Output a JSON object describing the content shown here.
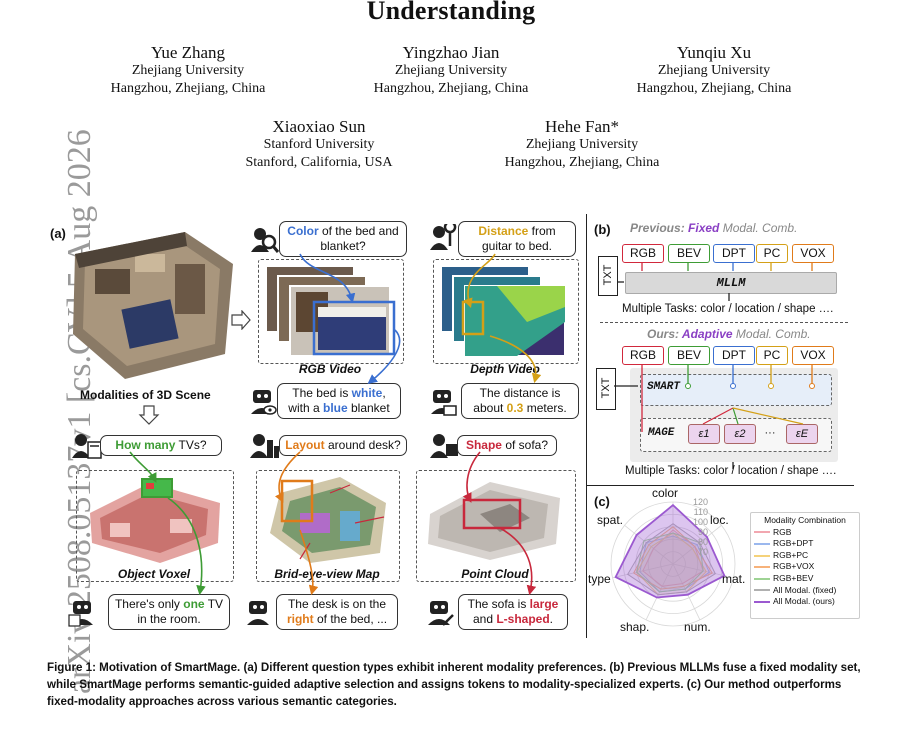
{
  "title": "Understanding",
  "authors": [
    {
      "name": "Yue Zhang",
      "affiliation": "Zhejiang University",
      "location": "Hangzhou, Zhejiang, China"
    },
    {
      "name": "Yingzhao Jian",
      "affiliation": "Zhejiang University",
      "location": "Hangzhou, Zhejiang, China"
    },
    {
      "name": "Yunqiu Xu",
      "affiliation": "Zhejiang University",
      "location": "Hangzhou, Zhejiang, China"
    },
    {
      "name": "Xiaoxiao Sun",
      "affiliation": "Stanford University",
      "location": "Stanford, California, USA"
    },
    {
      "name": "Hehe Fan*",
      "affiliation": "Zhejiang University",
      "location": "Hangzhou, Zhejiang, China"
    }
  ],
  "watermark": "arXiv:2508.05137v1  [cs.CV]  5 Aug 2026",
  "panel_a": {
    "label": "(a)",
    "scene_caption": "Modalities of 3D Scene",
    "rgb": {
      "q_pre": "",
      "q_hl": "Color",
      "q_post": " of the bed and blanket?",
      "caption": "RGB Video",
      "a_pre": "The bed is ",
      "a_hl1": "white",
      "a_mid": ", with a ",
      "a_hl2": "blue",
      "a_post": " blanket"
    },
    "depth": {
      "q_hl": "Distance",
      "q_post": " from guitar to bed.",
      "caption": "Depth Video",
      "a_pre": "The distance is about ",
      "a_hl": "0.3",
      "a_post": " meters."
    },
    "voxel": {
      "q_hl": "How many",
      "q_post": " TVs?",
      "caption": "Object Voxel",
      "a_pre": "There's only ",
      "a_hl": "one",
      "a_post": " TV in the room."
    },
    "bev": {
      "q_hl": "Layout",
      "q_post": " around desk?",
      "caption": "Brid-eye-view Map",
      "a_pre": "The desk is on the ",
      "a_hl": "right",
      "a_post": " of the bed, ..."
    },
    "pc": {
      "q_hl": "Shape",
      "q_post": " of sofa?",
      "caption": "Point Cloud",
      "a_pre": "The sofa is ",
      "a_hl1": "large",
      "a_mid": " and ",
      "a_hl2": "L-shaped",
      "a_post": "."
    }
  },
  "panel_b": {
    "label": "(b)",
    "prev_title_a": "Previous: ",
    "prev_title_b": "Fixed",
    "prev_title_c": " Modal. Comb.",
    "ours_title_a": "Ours: ",
    "ours_title_b": "Adaptive",
    "ours_title_c": " Modal. Comb.",
    "modalities": [
      "RGB",
      "BEV",
      "DPT",
      "PC",
      "VOX"
    ],
    "modality_colors": [
      "#d1283c",
      "#3e9c35",
      "#3a6fd0",
      "#d4a017",
      "#e07b1a"
    ],
    "txt": "TXT",
    "mllm": "MLLM",
    "smart": "SMART",
    "mage": "MAGE",
    "experts": [
      "ε1",
      "ε2",
      "···",
      "εE"
    ],
    "tasks": "Multiple Tasks: color / location / shape …."
  },
  "panel_c": {
    "label": "(c)",
    "axes": [
      "color",
      "loc.",
      "mat.",
      "num.",
      "shap.",
      "type",
      "spat."
    ],
    "ticks": [
      "120",
      "110",
      "100",
      "90",
      "80",
      "70"
    ],
    "legend_title": "Modality Combination",
    "legend": [
      {
        "name": "RGB",
        "color": "#f2a7b0"
      },
      {
        "name": "RGB+DPT",
        "color": "#9bb8ee"
      },
      {
        "name": "RGB+PC",
        "color": "#f5d27a"
      },
      {
        "name": "RGB+VOX",
        "color": "#f7b27a"
      },
      {
        "name": "RGB+BEV",
        "color": "#9ed394"
      },
      {
        "name": "All Modal. (fixed)",
        "color": "#b0b0b0"
      },
      {
        "name": "All Modal. (ours)",
        "color": "#9b59d0"
      }
    ]
  },
  "caption": "Figure 1: Motivation of SmartMage. (a) Different question types exhibit inherent modality preferences. (b) Previous MLLMs fuse a fixed modality set, while SmartMage performs semantic-guided adaptive selection and assigns tokens to modality-specialized experts. (c) Our method outperforms fixed-modality approaches across various semantic categories."
}
